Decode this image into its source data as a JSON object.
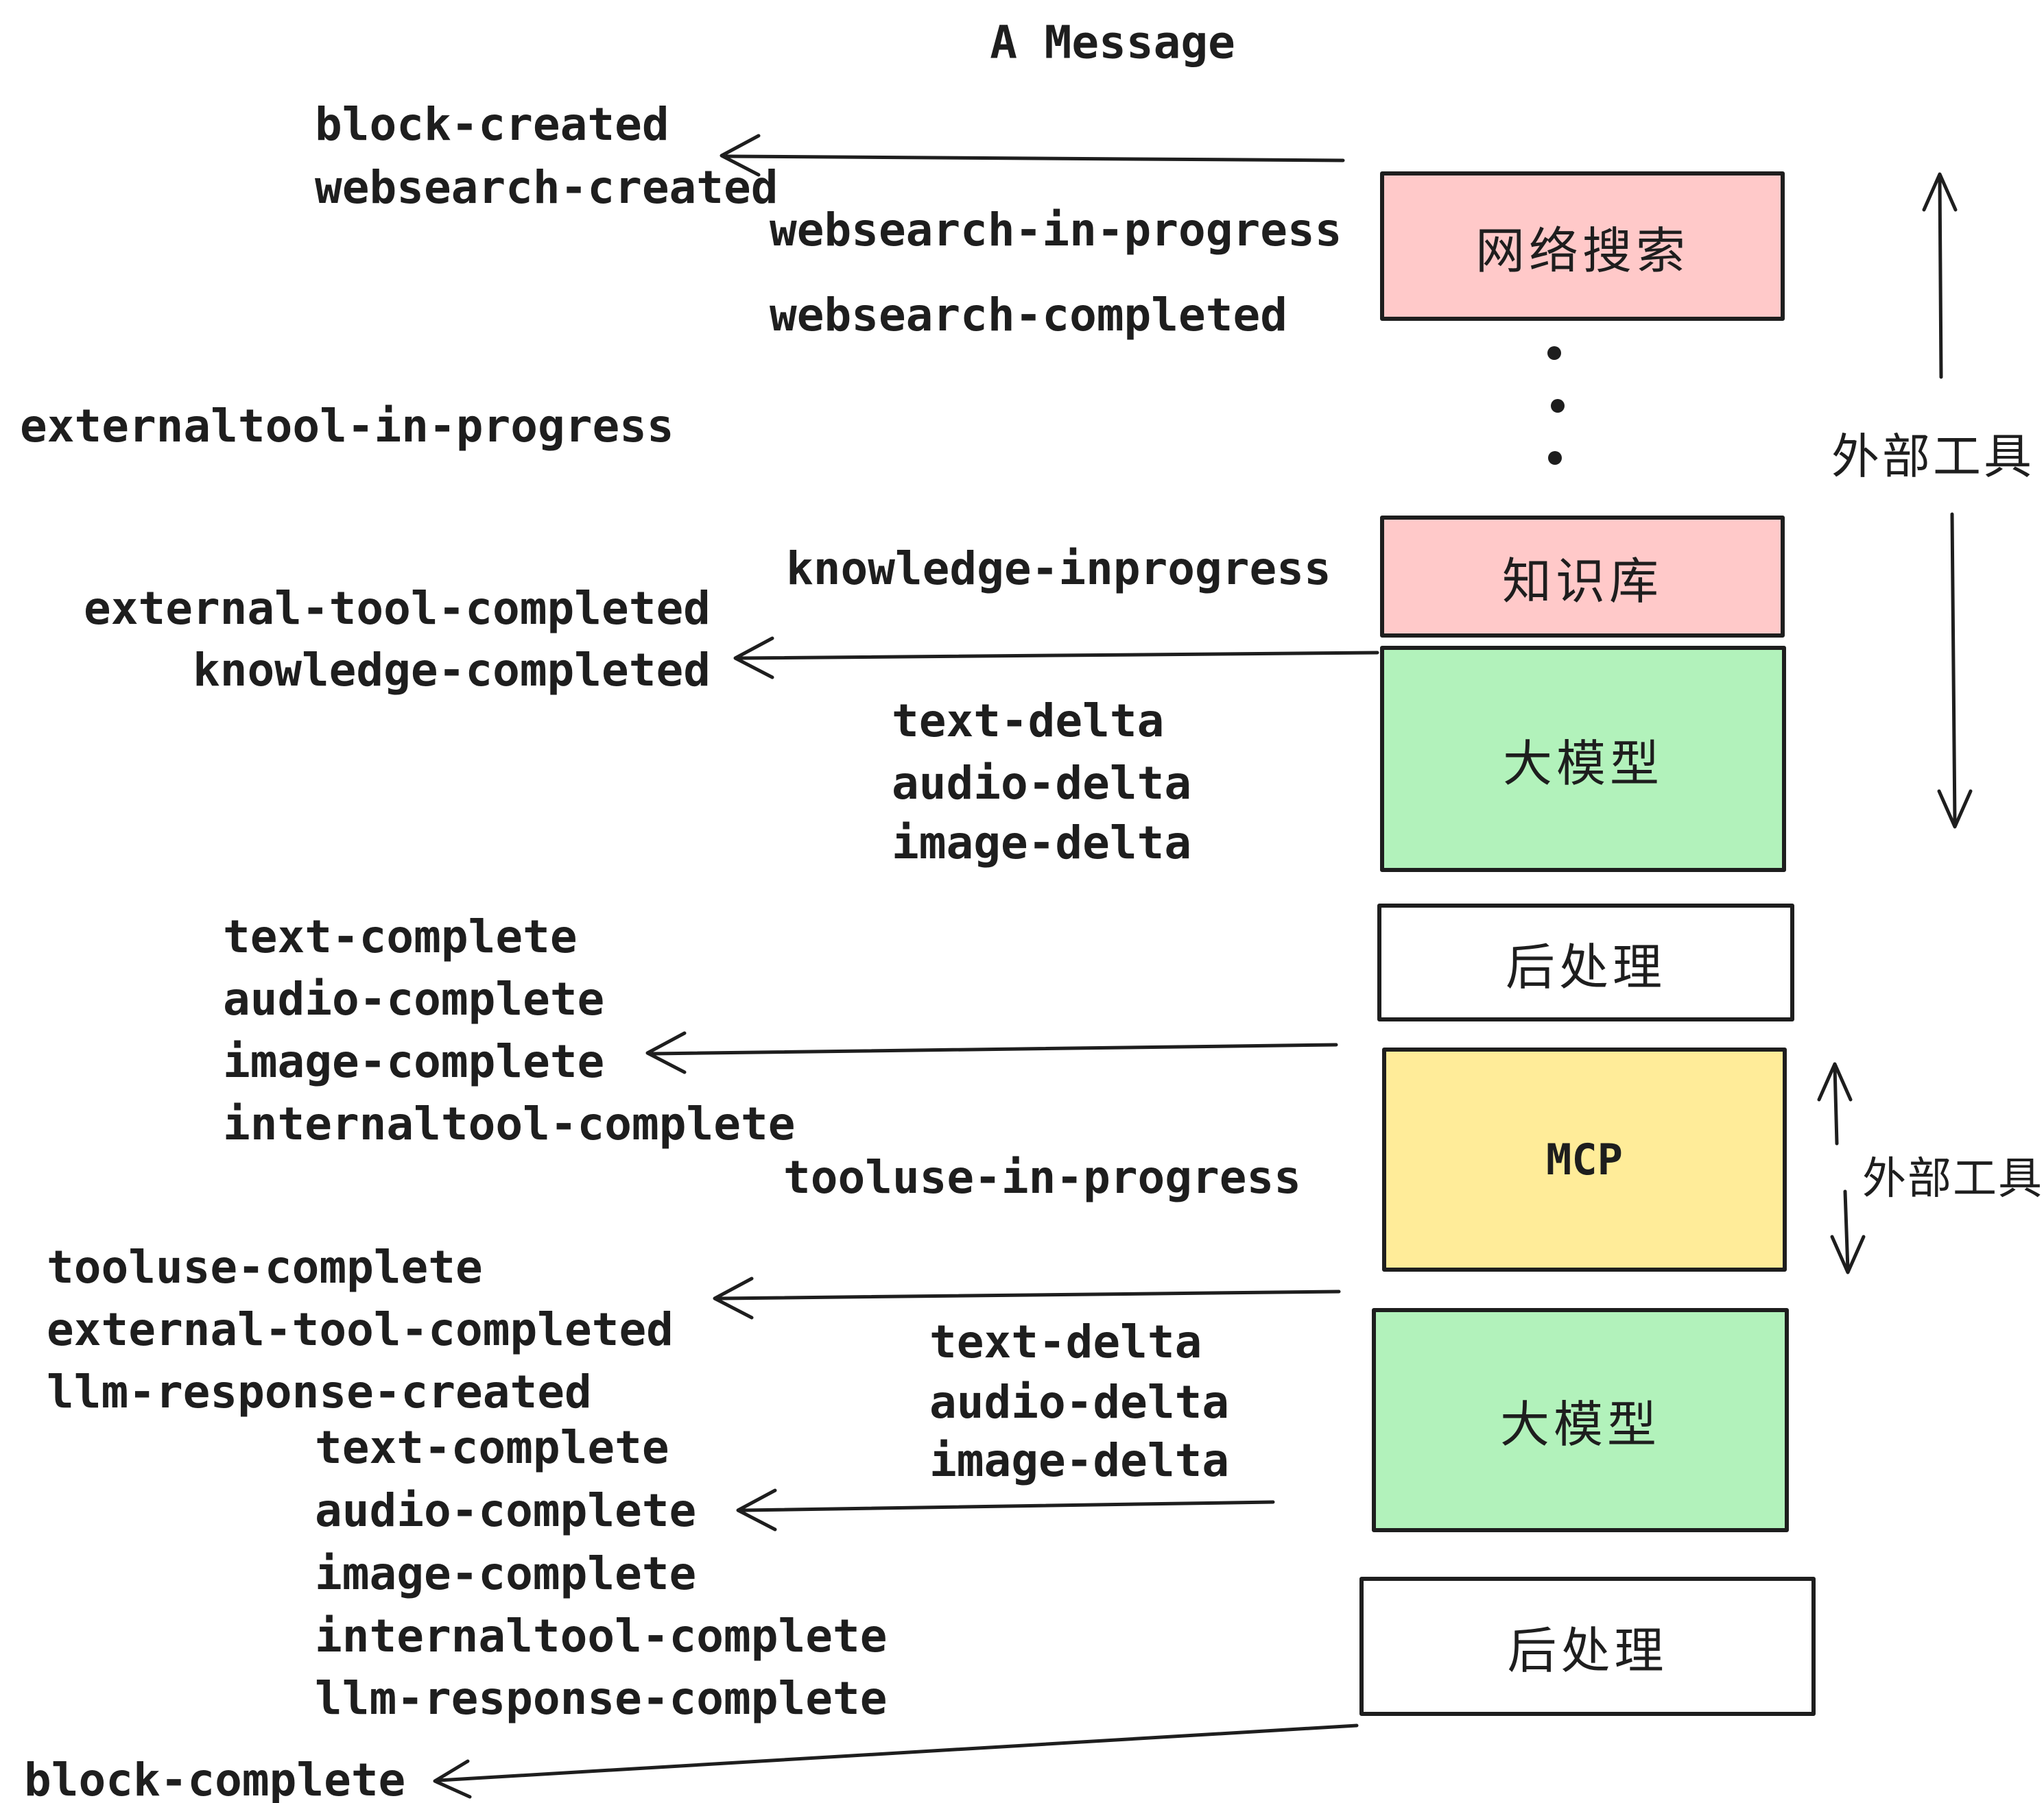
{
  "title": "A Message",
  "colors": {
    "pink": "#ffc9c9",
    "green": "#b2f2bb",
    "yellow": "#ffec99",
    "white": "#ffffff",
    "stroke": "#1e1e1e"
  },
  "boxes": {
    "websearch": {
      "label": "网络搜索"
    },
    "knowledge": {
      "label": "知识库"
    },
    "llm1": {
      "label": "大模型"
    },
    "post1": {
      "label": "后处理"
    },
    "mcp": {
      "label": "MCP"
    },
    "llm2": {
      "label": "大模型"
    },
    "post2": {
      "label": "后处理"
    }
  },
  "annotations": {
    "external_tools_top": "外部工具",
    "external_tools_mcp": "外部工具"
  },
  "events": {
    "block_created": "block-created",
    "websearch_created": "websearch-created",
    "websearch_in_progress": "websearch-in-progress",
    "websearch_completed": "websearch-completed",
    "externaltool_in_progress": "externaltool-in-progress",
    "knowledge_inprogress": "knowledge-inprogress",
    "external_tool_completed_1": "external-tool-completed",
    "knowledge_completed": "knowledge-completed",
    "text_delta_1": "text-delta",
    "audio_delta_1": "audio-delta",
    "image_delta_1": "image-delta",
    "text_complete_1": "text-complete",
    "audio_complete_1": "audio-complete",
    "image_complete_1": "image-complete",
    "internaltool_complete_1": "internaltool-complete",
    "tooluse_in_progress": "tooluse-in-progress",
    "tooluse_complete": "tooluse-complete",
    "external_tool_completed_2": "external-tool-completed",
    "llm_response_created": "llm-response-created",
    "text_delta_2": "text-delta",
    "audio_delta_2": "audio-delta",
    "image_delta_2": "image-delta",
    "text_complete_2": "text-complete",
    "audio_complete_2": "audio-complete",
    "image_complete_2": "image-complete",
    "internaltool_complete_2": "internaltool-complete",
    "llm_response_complete": "llm-response-complete",
    "block_complete": "block-complete"
  }
}
